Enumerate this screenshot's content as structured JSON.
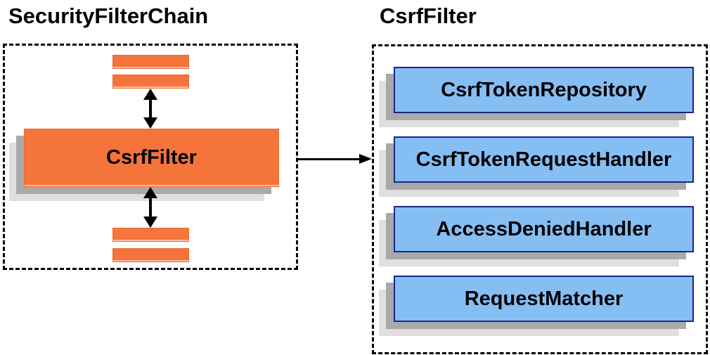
{
  "left_section": {
    "title": "SecurityFilterChain",
    "filter_box_label": "CsrfFilter"
  },
  "right_section": {
    "title": "CsrfFilter",
    "components": [
      "CsrfTokenRepository",
      "CsrfTokenRequestHandler",
      "AccessDeniedHandler",
      "RequestMatcher"
    ]
  },
  "colors": {
    "orange_fill": "#F4743C",
    "orange_border": "#ED6A31",
    "blue_fill": "#85BEF3",
    "blue_border": "#182788",
    "shadow_dark": "#A9A9A9",
    "shadow_light": "#DFDFDF",
    "arrow_color": "#000000",
    "container_border": "#000000",
    "text_color": "#000000",
    "canvas_bg": "#FFFFFF"
  }
}
